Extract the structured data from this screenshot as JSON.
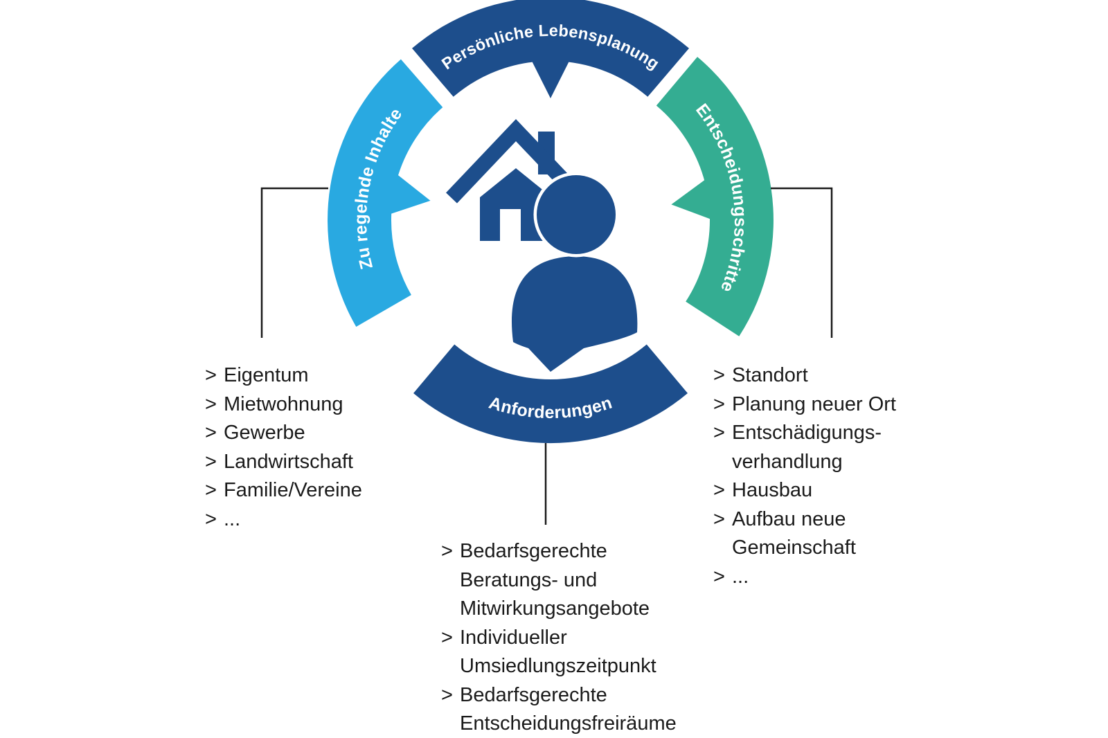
{
  "diagram": {
    "title": "Umsiedlung cycle diagram",
    "colors": {
      "dark_blue": "#1d4e8c",
      "light_blue": "#29a9e1",
      "teal": "#34ad92",
      "text": "#1a1a1a",
      "line": "#1a1a1a",
      "white": "#ffffff"
    },
    "center": {
      "icons": [
        "house-icon",
        "person-icon"
      ]
    },
    "ring": {
      "top": {
        "label": "Persönliche Lebensplanung"
      },
      "left": {
        "label": "Zu regelnde Inhalte"
      },
      "right": {
        "label": "Entscheidungsschritte"
      },
      "bottom": {
        "label": "Anforderungen"
      }
    },
    "lists": {
      "left": {
        "marker": ">",
        "items": [
          [
            "Eigentum"
          ],
          [
            "Mietwohnung"
          ],
          [
            "Gewerbe"
          ],
          [
            "Landwirtschaft"
          ],
          [
            "Familie/Vereine"
          ],
          [
            "..."
          ]
        ]
      },
      "right": {
        "marker": ">",
        "items": [
          [
            "Standort"
          ],
          [
            "Planung neuer Ort"
          ],
          [
            "Entschädigungs-",
            "verhandlung"
          ],
          [
            "Hausbau"
          ],
          [
            "Aufbau neue",
            "Gemeinschaft"
          ],
          [
            "..."
          ]
        ]
      },
      "bottom": {
        "marker": ">",
        "items": [
          [
            "Bedarfsgerechte",
            "Beratungs- und",
            "Mitwirkungsangebote"
          ],
          [
            "Individueller",
            "Umsiedlungszeitpunkt"
          ],
          [
            "Bedarfsgerechte",
            "Entscheidungsfreiräume"
          ]
        ]
      }
    }
  }
}
